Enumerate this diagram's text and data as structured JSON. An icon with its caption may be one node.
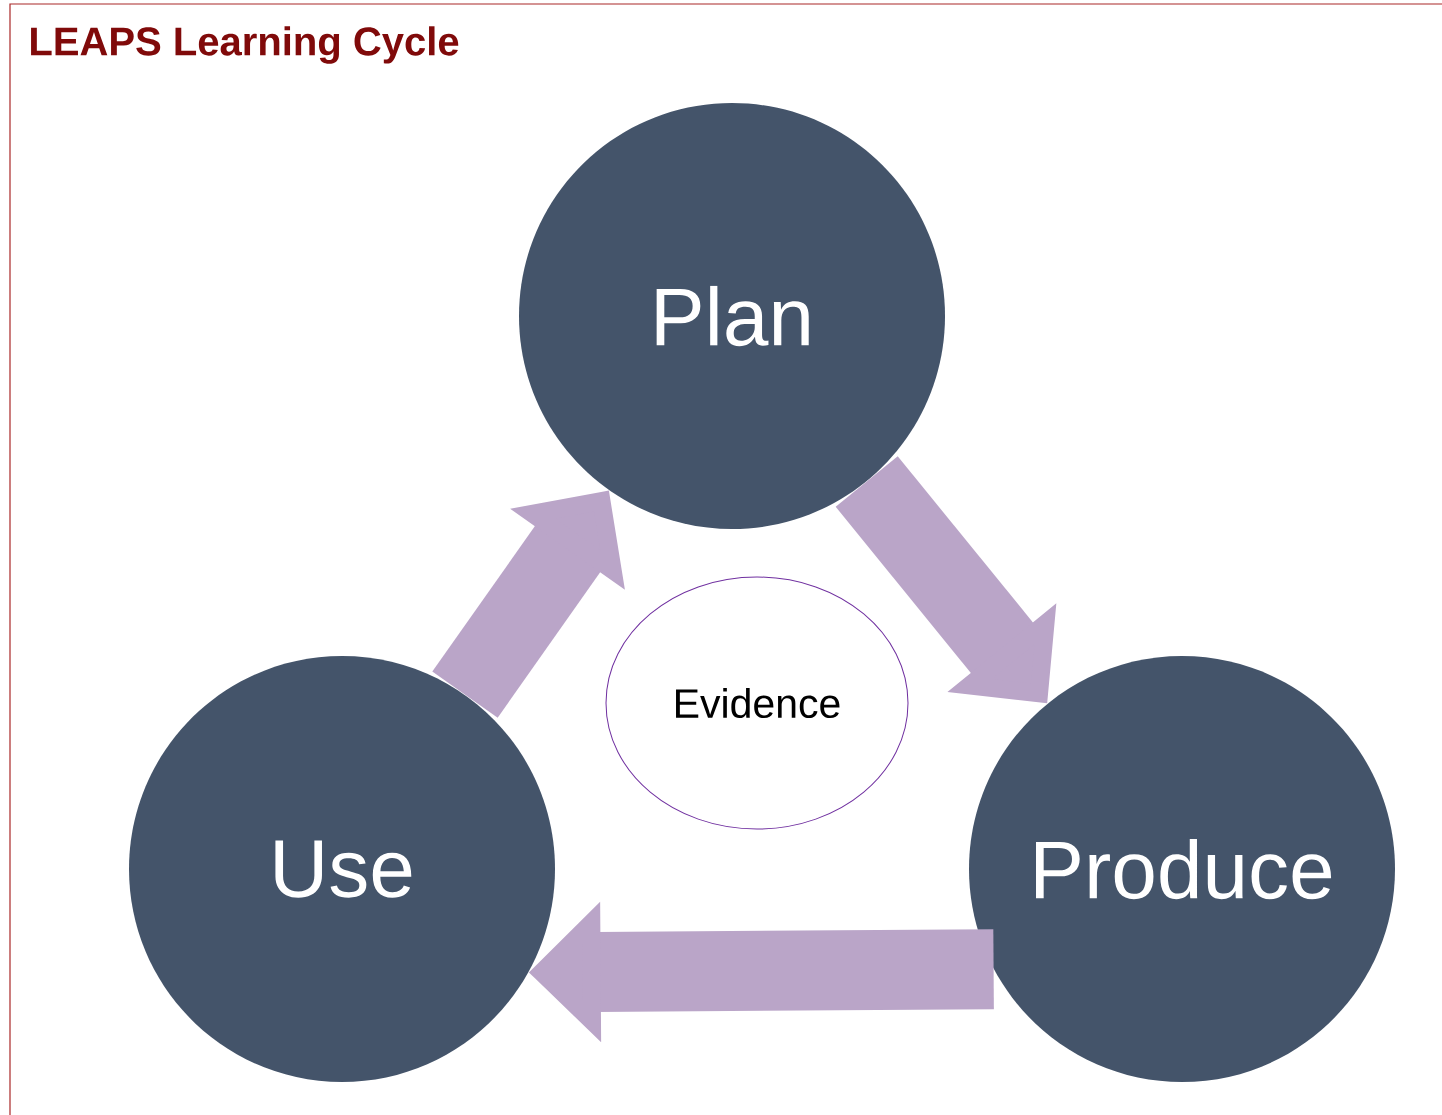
{
  "diagram": {
    "title": "LEAPS Learning Cycle",
    "nodes": [
      {
        "text": [
          "Plan"
        ]
      },
      {
        "text": [
          "Produce"
        ]
      },
      {
        "text": [
          "Use"
        ]
      },
      {
        "text": [
          "Evidence"
        ]
      }
    ],
    "edges": [
      {
        "from": 0,
        "to": 1,
        "arrow": "to"
      },
      {
        "from": 1,
        "to": 2,
        "arrow": "to"
      },
      {
        "from": 2,
        "to": 0,
        "arrow": "to"
      }
    ]
  }
}
